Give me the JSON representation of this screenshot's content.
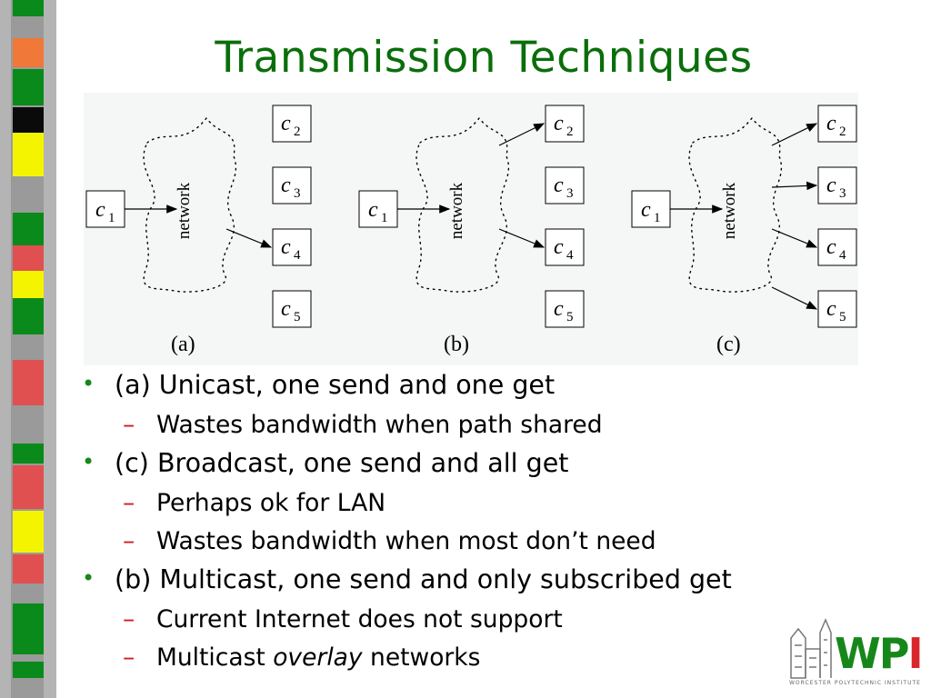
{
  "slide": {
    "title": "Transmission Techniques"
  },
  "figure": {
    "panels": [
      {
        "label": "(a)",
        "sender": "c",
        "sender_sub": "1",
        "network_label": "network",
        "receivers": [
          {
            "n": "c",
            "sub": "2",
            "arrow": false
          },
          {
            "n": "c",
            "sub": "3",
            "arrow": false
          },
          {
            "n": "c",
            "sub": "4",
            "arrow": true
          },
          {
            "n": "c",
            "sub": "5",
            "arrow": false
          }
        ]
      },
      {
        "label": "(b)",
        "sender": "c",
        "sender_sub": "1",
        "network_label": "network",
        "receivers": [
          {
            "n": "c",
            "sub": "2",
            "arrow": true
          },
          {
            "n": "c",
            "sub": "3",
            "arrow": false
          },
          {
            "n": "c",
            "sub": "4",
            "arrow": true
          },
          {
            "n": "c",
            "sub": "5",
            "arrow": false
          }
        ]
      },
      {
        "label": "(c)",
        "sender": "c",
        "sender_sub": "1",
        "network_label": "network",
        "receivers": [
          {
            "n": "c",
            "sub": "2",
            "arrow": true
          },
          {
            "n": "c",
            "sub": "3",
            "arrow": true
          },
          {
            "n": "c",
            "sub": "4",
            "arrow": true
          },
          {
            "n": "c",
            "sub": "5",
            "arrow": true
          }
        ]
      }
    ]
  },
  "bullets": [
    {
      "text": "(a) Unicast, one send and one get",
      "subs": [
        {
          "text": "Wastes bandwidth when path shared"
        }
      ]
    },
    {
      "text": "(c) Broadcast, one send and all get",
      "subs": [
        {
          "text": "Perhaps ok for LAN"
        },
        {
          "text": "Wastes bandwidth when most don’t need"
        }
      ]
    },
    {
      "text": "(b) Multicast, one send and only subscribed get",
      "subs": [
        {
          "text": "Current Internet does not support"
        },
        {
          "pre": "Multicast ",
          "em": "overlay",
          "post": " networks"
        }
      ]
    }
  ],
  "logo": {
    "letters": [
      "W",
      "P",
      "I"
    ],
    "subtitle": "WORCESTER POLYTECHNIC INSTITUTE",
    "colors": {
      "W": "#16881a",
      "P": "#16881a",
      "I": "#d8262a"
    }
  },
  "theme": {
    "title_color": "#0a6e0a",
    "bullet_color": "#16881a",
    "dash_color": "#cc1f1f",
    "stripe_colors": [
      "green",
      "orange",
      "black",
      "yellow",
      "red",
      "gray"
    ]
  }
}
